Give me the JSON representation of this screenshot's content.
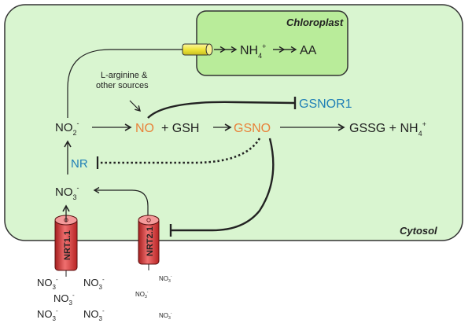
{
  "compartments": {
    "chloroplast": "Chloroplast",
    "cytosol": "Cytosol"
  },
  "molecules": {
    "nh4_chloro": "NH",
    "nh4_chloro_sub": "4",
    "nh4_chloro_sup": "+",
    "aa": "AA",
    "l_arginine_line1": "L-arginine &",
    "l_arginine_line2": "other sources",
    "no2": "NO",
    "no2_sub": "2",
    "no2_sup": "-",
    "no": "NO",
    "plus_gsh": "+ GSH",
    "gsno": "GSNO",
    "gsnor1": "GSNOR1",
    "gssg_nh4": "GSSG + NH",
    "gssg_nh4_sub": "4",
    "gssg_nh4_sup": "+",
    "nr": "NR",
    "no3": "NO",
    "no3_sub": "3",
    "no3_sup": "-"
  },
  "transporters": {
    "nrt11": "NRT1.1",
    "nrt21": "NRT2.1"
  },
  "extracellular": {
    "nitrate": "NO",
    "nitrate_sub": "3",
    "nitrate_sup": "-"
  },
  "colors": {
    "cytosol_fill": "#d9f5d0",
    "chloroplast_fill": "#b9ec9a",
    "no_orange": "#e8823a",
    "enzyme_blue": "#1f7fb6",
    "transporter_red": "#e03a3a",
    "transporter_yellow": "#f2ec3a"
  }
}
